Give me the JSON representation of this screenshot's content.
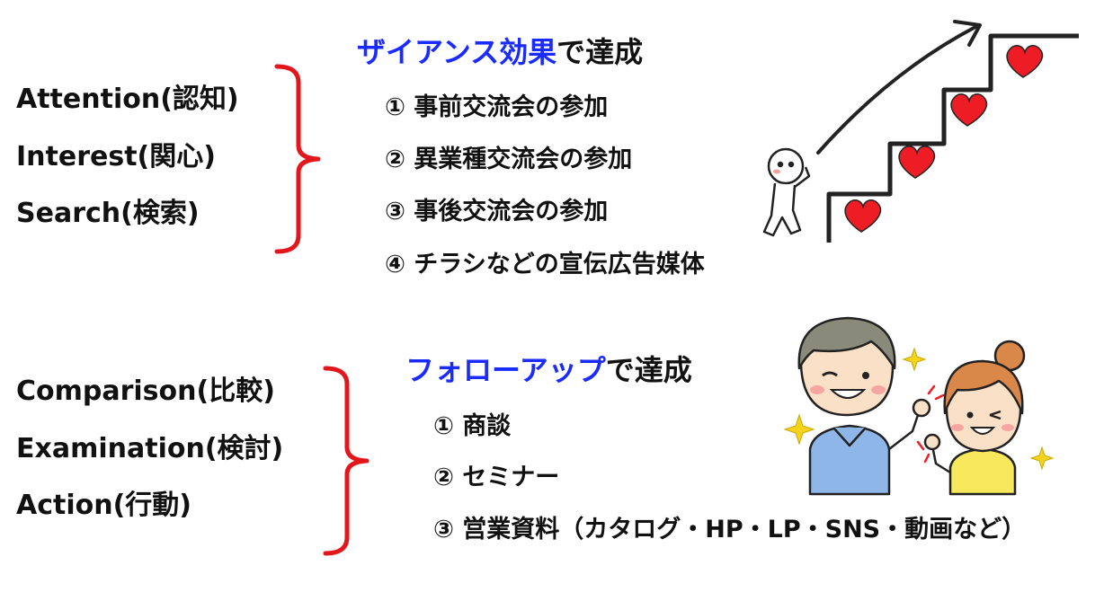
{
  "group1": {
    "stages": [
      "Attention(認知)",
      "Interest(関心)",
      "Search(検索)"
    ],
    "heading_highlight": "ザイアンス効果",
    "heading_suffix": "で達成",
    "items": [
      "① 事前交流会の参加",
      "② 異業種交流会の参加",
      "③ 事後交流会の参加",
      "④ チラシなどの宣伝広告媒体"
    ]
  },
  "group2": {
    "stages": [
      "Comparison(比較)",
      "Examination(検討)",
      "Action(行動)"
    ],
    "heading_highlight": "フォローアップ",
    "heading_suffix": "で達成",
    "items": [
      "① 商談",
      "② セミナー",
      "③ 営業資料（カタログ・HP・LP・SNS・動画など）"
    ]
  },
  "colors": {
    "brace": "#e3161b",
    "highlight": "#1a2bff",
    "heart": "#ee1c25",
    "star": "#f5d31c",
    "shirt_blue": "#8fb6e8",
    "shirt_yellow": "#f7e85c"
  },
  "icons": [
    "staircase-hearts-illustration",
    "climbing-figure-icon",
    "arrow-up-icon",
    "heart-icon",
    "thumbs-ok-couple-illustration",
    "sparkle-star-icon"
  ]
}
